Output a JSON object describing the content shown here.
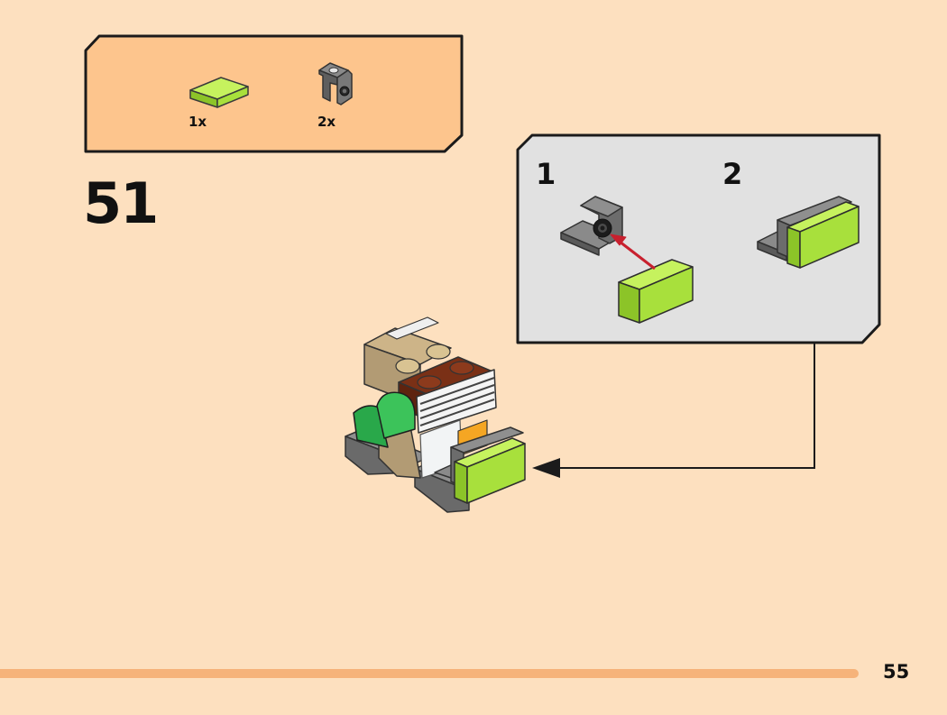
{
  "colors": {
    "page_background": "#fde0bf",
    "parts_box_fill": "#fdc58d",
    "callout_fill": "#e1e1e1",
    "progress_bar": "#f6b37a",
    "lime": "#a8e03c",
    "dark_gray": "#6c6c6c",
    "arrow_red": "#c8202e"
  },
  "parts_list": {
    "items": [
      {
        "part": "lime-green-tile-1x2",
        "quantity": "1x"
      },
      {
        "part": "dark-gray-bracket-1x1",
        "quantity": "2x"
      }
    ]
  },
  "step": {
    "number": "51"
  },
  "callout": {
    "substeps": [
      {
        "label": "1"
      },
      {
        "label": "2"
      }
    ]
  },
  "page": {
    "number": "55"
  }
}
